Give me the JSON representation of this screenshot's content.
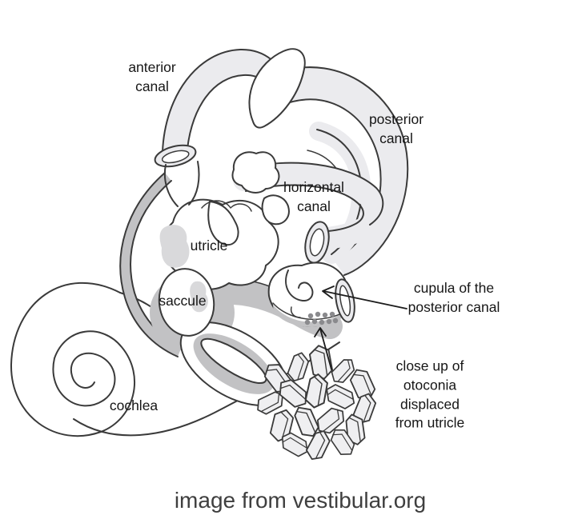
{
  "diagram": {
    "labels": {
      "anterior_canal": "anterior\ncanal",
      "posterior_canal": "posterior\ncanal",
      "horizontal_canal": "horizontal\ncanal",
      "utricle": "utricle",
      "saccule": "saccule",
      "cochlea": "cochlea",
      "cupula_of_posterior_canal": "cupula of the\nposterior canal",
      "otoconia_closeup": "close up of\notoconia\ndisplaced\nfrom utricle"
    }
  },
  "caption": "image from vestibular.org",
  "colors": {
    "background": "#ffffff",
    "outline": "#3a3a3a",
    "canal_fill": "#ebebee",
    "perilymph_gray": "#c2c2c4",
    "macula_gray": "#d9d9db",
    "crystal_fill": "#efeff1",
    "otoconia_dot": "#8a8a8d",
    "label_text": "#161616",
    "caption_text": "#3f3f3f"
  }
}
